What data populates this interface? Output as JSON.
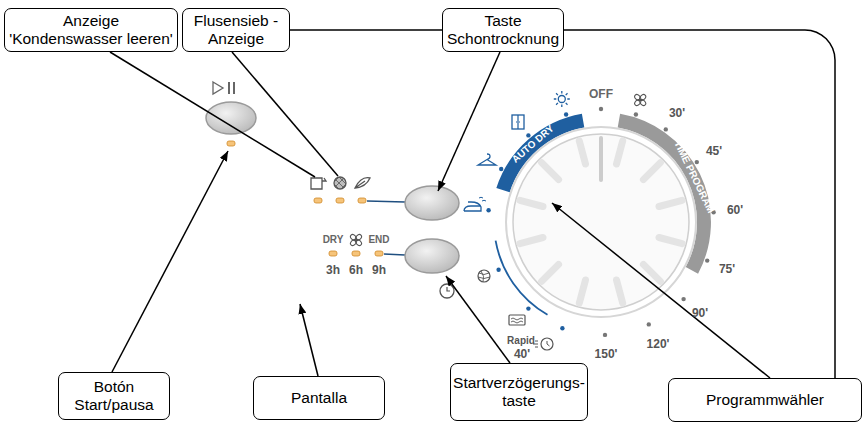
{
  "diagram": {
    "nodes": [
      {
        "text": [
          "Anzeige 'Kondenswasser leeren'"
        ]
      },
      {
        "text": [
          "Flusensieb -Anzeige"
        ]
      },
      {
        "text": [
          "Taste Schontrocknung"
        ]
      },
      {
        "text": [
          "Botón Start/pausa"
        ]
      },
      {
        "text": [
          "Pantalla"
        ]
      },
      {
        "text": [
          "Startverzögerungs- taste"
        ]
      },
      {
        "text": [
          "Programmwähler"
        ]
      }
    ],
    "edges": [
      {
        "from": 1,
        "to": 2,
        "arrow": "none"
      },
      {
        "from": 2,
        "to": 6,
        "arrow": "none"
      }
    ],
    "labels": [
      "DRY",
      "END",
      "3h",
      "6h",
      "9h",
      "OFF",
      "AUTO DRY",
      "TIME PROGRAM",
      "30'",
      "45'",
      "60'",
      "75'",
      "90'",
      "120'",
      "150'",
      "Rapid",
      "40'"
    ]
  }
}
